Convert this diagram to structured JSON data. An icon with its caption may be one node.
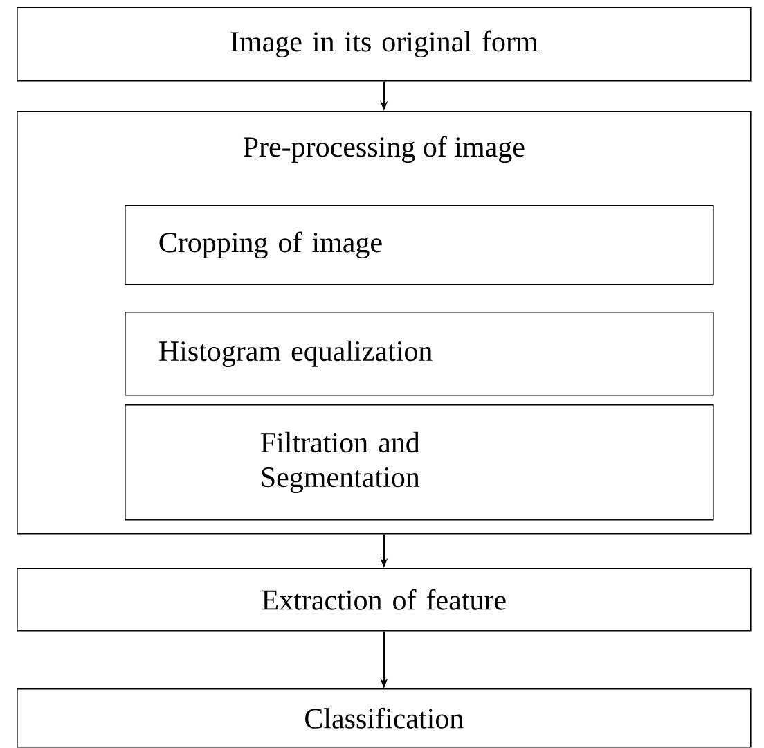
{
  "diagram": {
    "nodes": [
      {
        "text": [
          "Image in its original form"
        ]
      },
      {
        "text": [
          "Pre-processing of image"
        ]
      },
      {
        "text": [
          "Cropping of image"
        ],
        "in": 1
      },
      {
        "text": [
          "Histogram equalization"
        ],
        "in": 1
      },
      {
        "text": [
          "Filtration and Segmentation"
        ],
        "in": 1
      },
      {
        "text": [
          "Extraction of feature"
        ]
      },
      {
        "text": [
          "Classification"
        ]
      }
    ],
    "edges": [
      {
        "from": 0,
        "to": 1,
        "arrow": "to"
      },
      {
        "from": 1,
        "to": 5,
        "arrow": "to"
      },
      {
        "from": 5,
        "to": 6,
        "arrow": "to"
      }
    ]
  }
}
